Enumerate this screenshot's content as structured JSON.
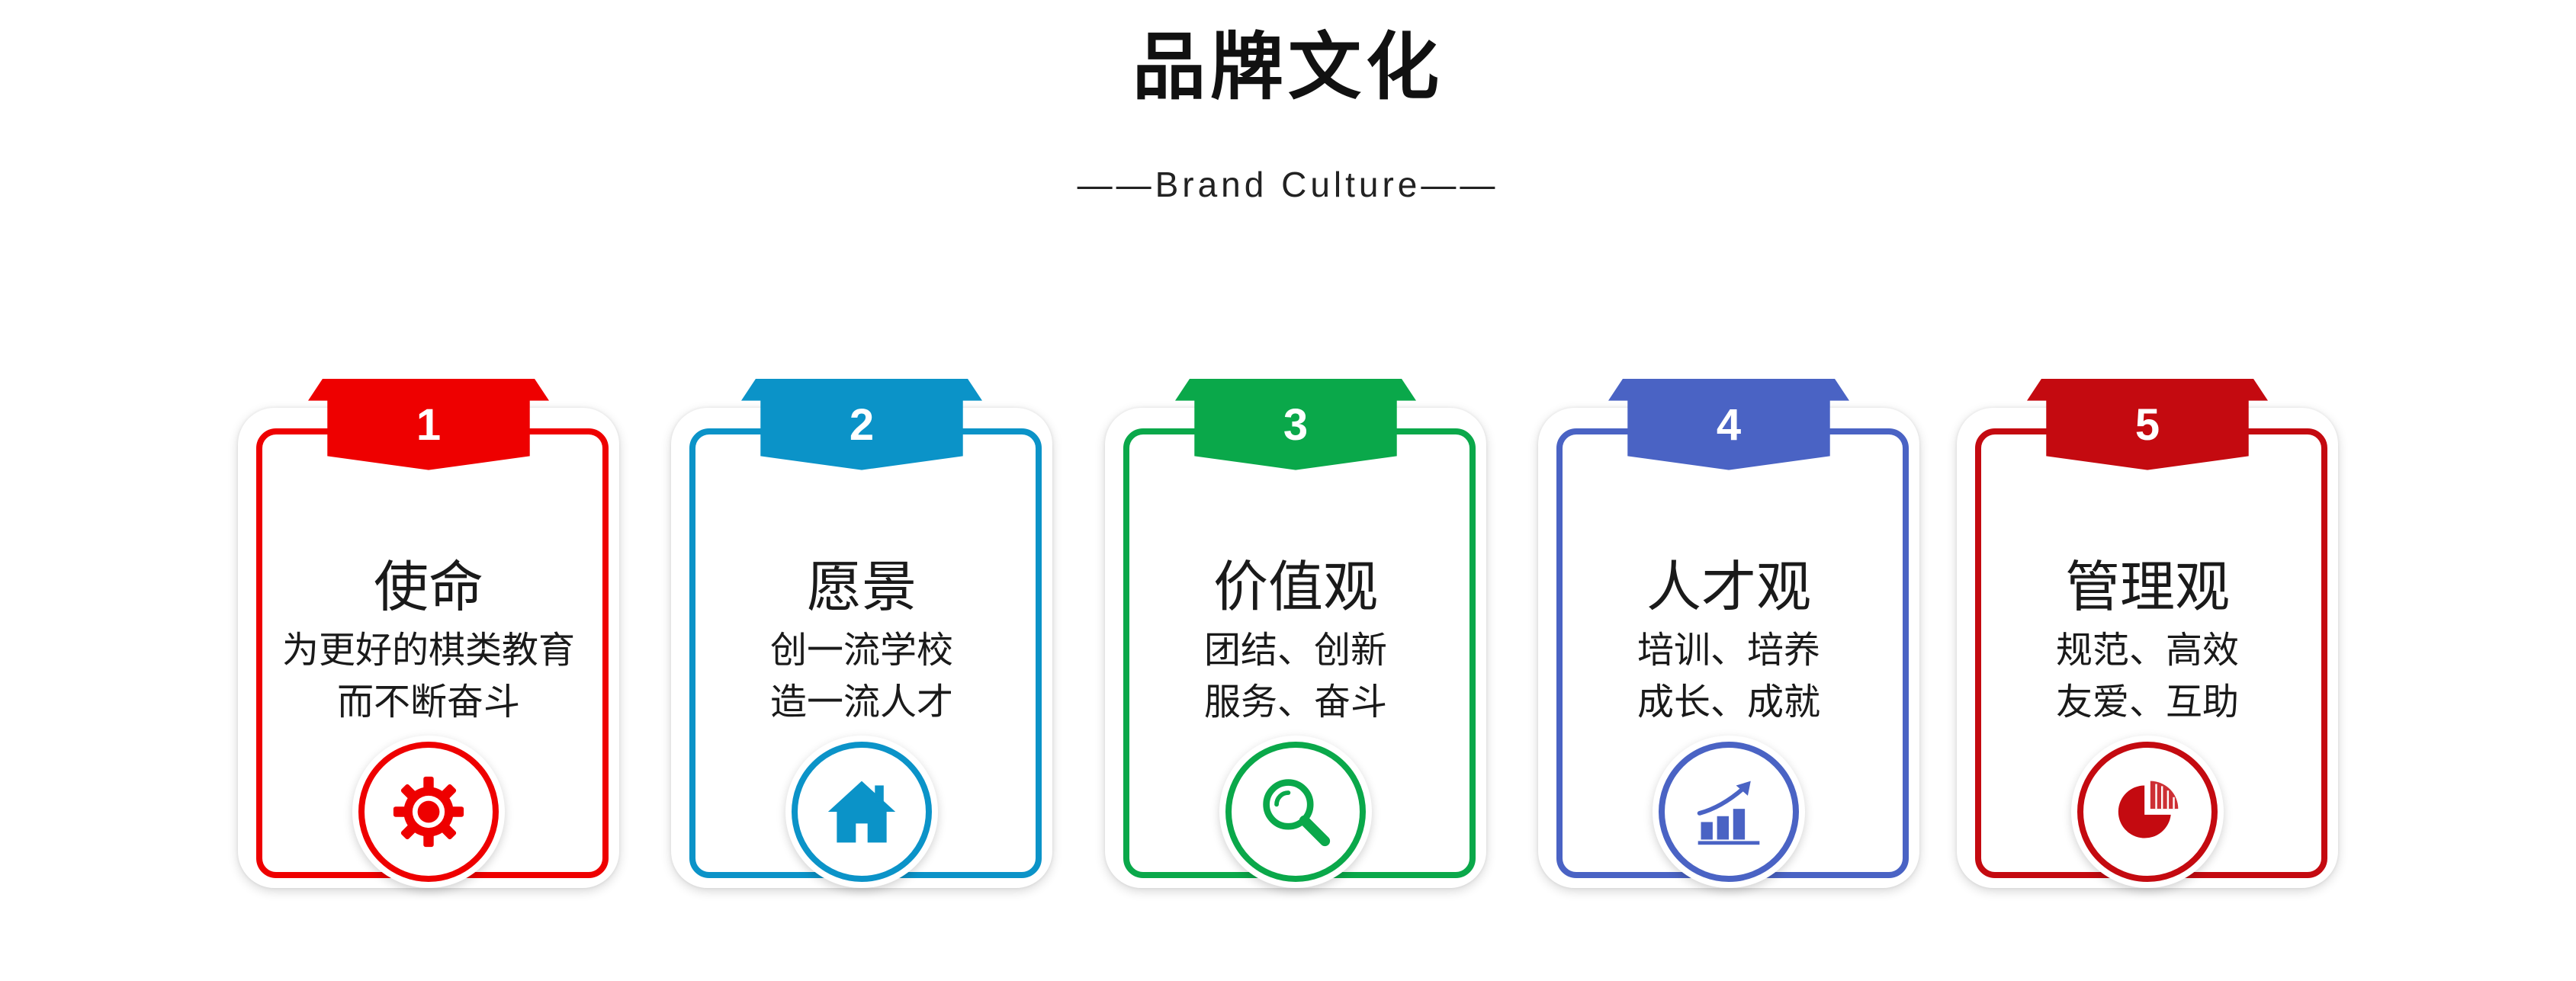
{
  "header": {
    "title": "品牌文化",
    "subtitle": "——Brand Culture——"
  },
  "cards": [
    {
      "number": "1",
      "heading": "使命",
      "line1": "为更好的棋类教育",
      "line2": "而不断奋斗",
      "accent": "#ee0000",
      "icon": "gear-icon"
    },
    {
      "number": "2",
      "heading": "愿景",
      "line1": "创一流学校",
      "line2": "造一流人才",
      "accent": "#0b93c8",
      "icon": "home-icon"
    },
    {
      "number": "3",
      "heading": "价值观",
      "line1": "团结、创新",
      "line2": "服务、奋斗",
      "accent": "#0aa84a",
      "icon": "magnifier-icon"
    },
    {
      "number": "4",
      "heading": "人才观",
      "line1": "培训、培养",
      "line2": "成长、成就",
      "accent": "#4a63c4",
      "icon": "growth-chart-icon"
    },
    {
      "number": "5",
      "heading": "管理观",
      "line1": "规范、高效",
      "line2": "友爱、互助",
      "accent": "#c40a10",
      "icon": "pie-chart-icon"
    }
  ]
}
